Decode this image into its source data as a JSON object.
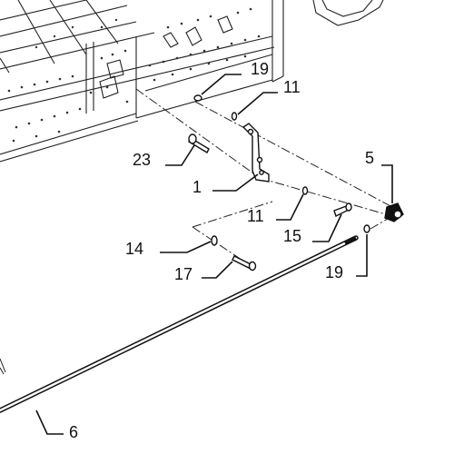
{
  "callouts": {
    "c1": "1",
    "c5": "5",
    "c6": "6",
    "c11a": "11",
    "c11b": "11",
    "c14": "14",
    "c15": "15",
    "c17": "17",
    "c19a": "19",
    "c19b": "19",
    "c23": "23"
  },
  "colors": {
    "line": "#111111",
    "background": "#ffffff"
  }
}
